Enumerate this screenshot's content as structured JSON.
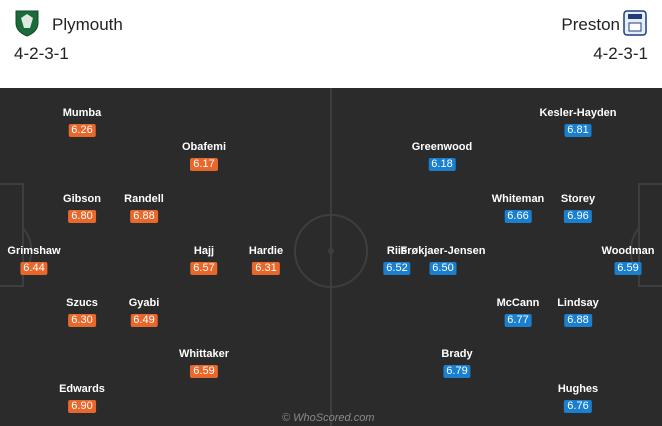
{
  "home": {
    "name": "Plymouth",
    "formation": "4-2-3-1",
    "badge_icon": "plymouth-argyle-crest-icon",
    "color": "#e8672a",
    "players": [
      {
        "name": "Grimshaw",
        "rating": "6.44"
      },
      {
        "name": "Edwards",
        "rating": "6.90"
      },
      {
        "name": "Szucs",
        "rating": "6.30"
      },
      {
        "name": "Gibson",
        "rating": "6.80"
      },
      {
        "name": "Mumba",
        "rating": "6.26"
      },
      {
        "name": "Gyabi",
        "rating": "6.49"
      },
      {
        "name": "Randell",
        "rating": "6.88"
      },
      {
        "name": "Whittaker",
        "rating": "6.59"
      },
      {
        "name": "Hajj",
        "rating": "6.57"
      },
      {
        "name": "Obafemi",
        "rating": "6.17"
      },
      {
        "name": "Hardie",
        "rating": "6.31"
      }
    ]
  },
  "away": {
    "name": "Preston",
    "formation": "4-2-3-1",
    "badge_icon": "preston-north-end-crest-icon",
    "color": "#1a7fcf",
    "players": [
      {
        "name": "Woodman",
        "rating": "6.59"
      },
      {
        "name": "Hughes",
        "rating": "6.76"
      },
      {
        "name": "Lindsay",
        "rating": "6.88"
      },
      {
        "name": "Storey",
        "rating": "6.96"
      },
      {
        "name": "Kesler-Hayden",
        "rating": "6.81"
      },
      {
        "name": "McCann",
        "rating": "6.77"
      },
      {
        "name": "Whiteman",
        "rating": "6.66"
      },
      {
        "name": "Brady",
        "rating": "6.79"
      },
      {
        "name": "Frøkjaer-Jensen",
        "rating": "6.50"
      },
      {
        "name": "Greenwood",
        "rating": "6.18"
      },
      {
        "name": "Riis",
        "rating": "6.52"
      }
    ]
  },
  "watermark": "© WhoScored.com",
  "pitch_color": "#2b2b2b"
}
